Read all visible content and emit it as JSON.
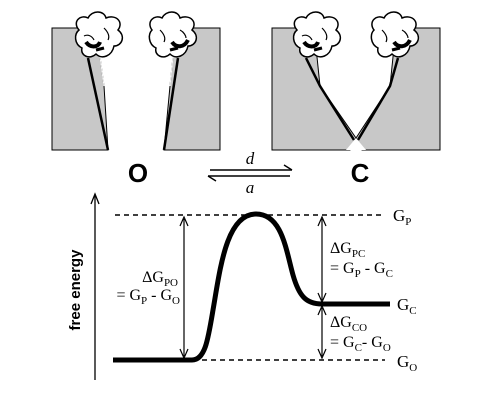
{
  "states": {
    "open": "O",
    "closed": "C"
  },
  "transition": {
    "forward": "d",
    "backward": "a"
  },
  "axis": {
    "ylabel": "free energy"
  },
  "levels": {
    "peak": {
      "main": "G",
      "sub": "P"
    },
    "closed": {
      "main": "G",
      "sub": "C"
    },
    "open": {
      "main": "G",
      "sub": "O"
    }
  },
  "annotations": {
    "dG_PO": {
      "delta": "ΔG",
      "delta_sub": "PO",
      "eq_prefix": "= G",
      "eq_sub1": "P",
      "eq_mid": " - G",
      "eq_sub2": "O"
    },
    "dG_PC": {
      "delta": "ΔG",
      "delta_sub": "PC",
      "eq_prefix": "= G",
      "eq_sub1": "P",
      "eq_mid": " - G",
      "eq_sub2": "C"
    },
    "dG_CO": {
      "delta": "ΔG",
      "delta_sub": "CO",
      "eq_prefix": "= G",
      "eq_sub1": "C",
      "eq_mid": "- G",
      "eq_sub2": "O"
    }
  },
  "colors": {
    "panel_fill": "#c8c8c8",
    "stroke": "#000000",
    "background": "#ffffff"
  }
}
